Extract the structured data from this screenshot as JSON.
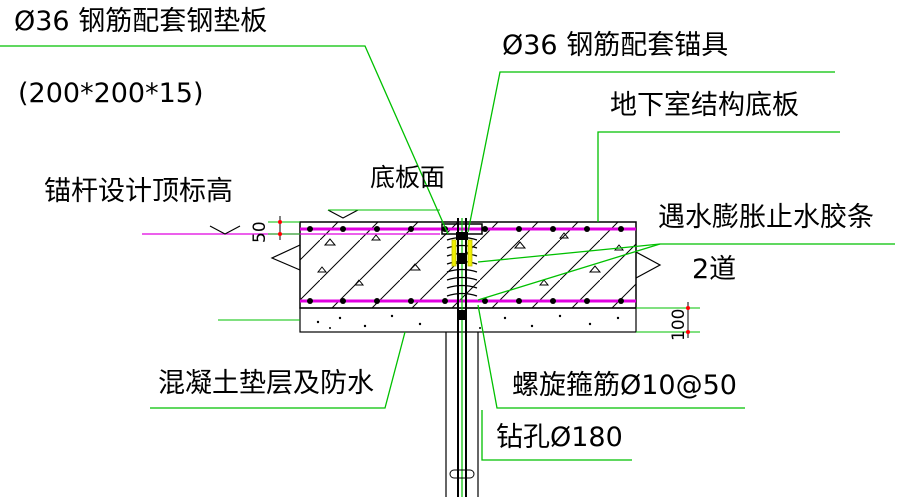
{
  "labels": {
    "plate": "Ø36 钢筋配套钢垫板",
    "plate_size": "(200*200*15)",
    "anchor": "Ø36 钢筋配套锚具",
    "slab": "地下室结构底板",
    "slab_face": "底板面",
    "anchor_top": "锚杆设计顶标高",
    "waterstop": "遇水膨胀止水胶条",
    "waterstop_count": "2道",
    "dim_top": "50",
    "dim_bottom": "100",
    "cushion": "混凝土垫层及防水",
    "stirrup": "螺旋箍筋Ø10@50",
    "hole": "钻孔Ø180"
  },
  "colors": {
    "leader": "#00c000",
    "rebar_line": "#e000e0",
    "outline": "#000000"
  }
}
